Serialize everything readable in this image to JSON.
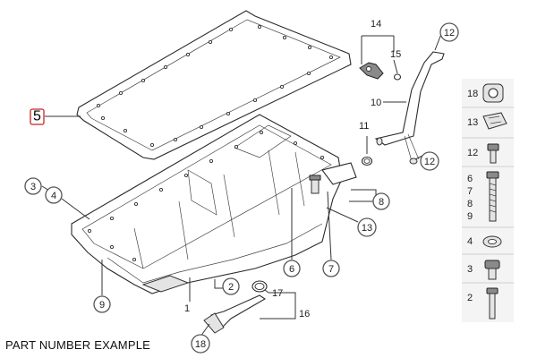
{
  "footer": {
    "text": "PART NUMBER EXAMPLE"
  },
  "callouts": {
    "c1": "1",
    "c2": "2",
    "c3": "3",
    "c4": "4",
    "c5": "5",
    "c6": "6",
    "c7": "7",
    "c8": "8",
    "c9": "9",
    "c10": "10",
    "c11": "11",
    "c12a": "12",
    "c12b": "12",
    "c13": "13",
    "c14": "14",
    "c15": "15",
    "c16": "16",
    "c17": "17",
    "c18": "18"
  },
  "sidebar": {
    "rows": [
      {
        "labels": [
          "18"
        ]
      },
      {
        "labels": [
          "13"
        ]
      },
      {
        "labels": [
          "12"
        ]
      },
      {
        "labels": [
          "6",
          "7",
          "8",
          "9"
        ]
      },
      {
        "labels": [
          "4"
        ]
      },
      {
        "labels": [
          "3"
        ]
      },
      {
        "labels": [
          "2"
        ]
      }
    ]
  },
  "colors": {
    "highlight": "#cc2222",
    "line": "#2b2b2b",
    "sidebar_bg": "#f4f4f4"
  }
}
